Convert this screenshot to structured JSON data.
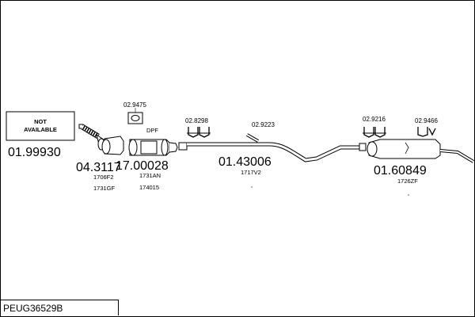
{
  "diagram_code": "PEUG36529B",
  "na_box": {
    "line1": "NOT",
    "line2": "AVAILABLE"
  },
  "parts": [
    {
      "id": "p1",
      "number": "01.99930",
      "refs": []
    },
    {
      "id": "p2",
      "number": "04.3117",
      "refs": [
        "1706F2",
        "1731GF"
      ]
    },
    {
      "id": "p3",
      "number": "17.00028",
      "refs": [
        "1731AN",
        "174015"
      ],
      "tag": "DPF"
    },
    {
      "id": "p4",
      "number": "01.43006",
      "refs": [
        "1717V2"
      ]
    },
    {
      "id": "p5",
      "number": "01.60849",
      "refs": [
        "1726ZF"
      ]
    }
  ],
  "accessories": [
    {
      "id": "a1",
      "number": "02.9475"
    },
    {
      "id": "a2",
      "number": "02.8298"
    },
    {
      "id": "a3",
      "number": "02.9223"
    },
    {
      "id": "a4",
      "number": "02.9216"
    },
    {
      "id": "a5",
      "number": "02.9466"
    }
  ]
}
